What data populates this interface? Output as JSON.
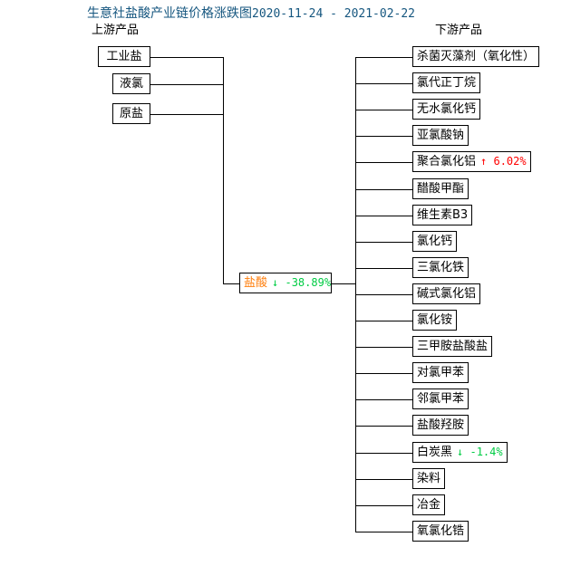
{
  "title": {
    "text": "生意社盐酸产业链价格涨跌图",
    "date_range": "2020-11-24 - 2021-02-22",
    "color": "#15567f"
  },
  "headers": {
    "upstream": "上游产品",
    "downstream": "下游产品"
  },
  "colors": {
    "up": "#ff0000",
    "down": "#00cc44",
    "center_label": "#ff7f0e",
    "line": "#000000",
    "box_border": "#000000"
  },
  "upstream": [
    {
      "label": "工业盐",
      "change": ""
    },
    {
      "label": "液氯",
      "change": ""
    },
    {
      "label": "原盐",
      "change": ""
    }
  ],
  "center": {
    "label": "盐酸",
    "change": "↓ -38.89%",
    "direction": "down"
  },
  "downstream": [
    {
      "label": "杀菌灭藻剂（氧化性）",
      "change": "",
      "direction": ""
    },
    {
      "label": "氯代正丁烷",
      "change": "",
      "direction": ""
    },
    {
      "label": "无水氯化钙",
      "change": "",
      "direction": ""
    },
    {
      "label": "亚氯酸钠",
      "change": "",
      "direction": ""
    },
    {
      "label": "聚合氯化铝",
      "change": "↑ 6.02%",
      "direction": "up"
    },
    {
      "label": "醋酸甲酯",
      "change": "",
      "direction": ""
    },
    {
      "label": "维生素B3",
      "change": "",
      "direction": ""
    },
    {
      "label": "氯化钙",
      "change": "",
      "direction": ""
    },
    {
      "label": "三氯化铁",
      "change": "",
      "direction": ""
    },
    {
      "label": "碱式氯化铝",
      "change": "",
      "direction": ""
    },
    {
      "label": "氯化铵",
      "change": "",
      "direction": ""
    },
    {
      "label": "三甲胺盐酸盐",
      "change": "",
      "direction": ""
    },
    {
      "label": "对氯甲苯",
      "change": "",
      "direction": ""
    },
    {
      "label": "邻氯甲苯",
      "change": "",
      "direction": ""
    },
    {
      "label": "盐酸羟胺",
      "change": "",
      "direction": ""
    },
    {
      "label": "白炭黑",
      "change": "↓ -1.4%",
      "direction": "down"
    },
    {
      "label": "染料",
      "change": "",
      "direction": ""
    },
    {
      "label": "冶金",
      "change": "",
      "direction": ""
    },
    {
      "label": "氧氯化锆",
      "change": "",
      "direction": ""
    }
  ]
}
